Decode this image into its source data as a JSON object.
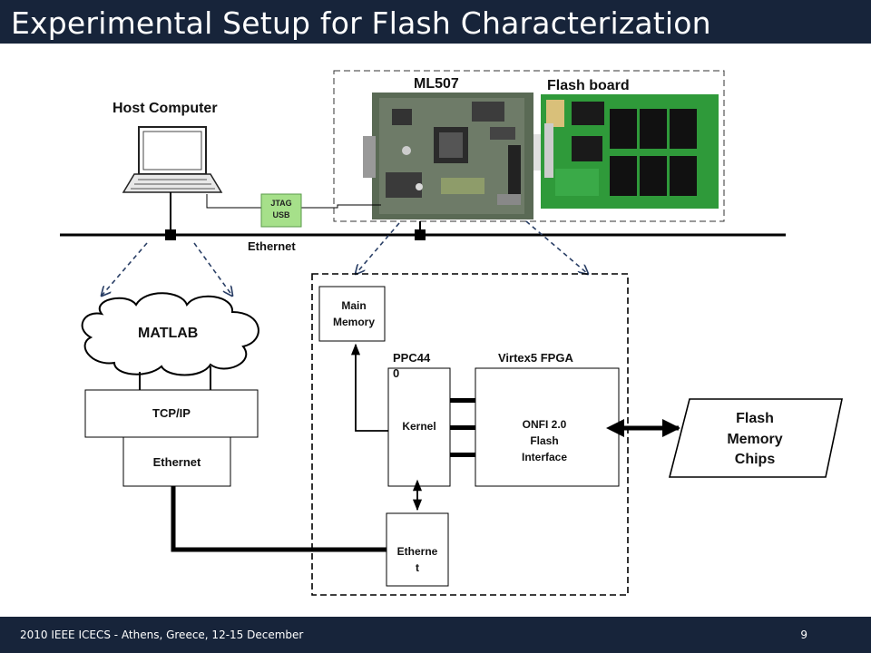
{
  "title": "Experimental Setup for Flash Characterization",
  "footer": {
    "text": "2010 IEEE ICECS - Athens, Greece, 12-15 December",
    "page": "9"
  },
  "diagram": {
    "host_computer": "Host Computer",
    "ml507": "ML507",
    "flash_board": "Flash board",
    "jtag": "JTAG",
    "usb": "USB",
    "ethernet_bus": "Ethernet",
    "matlab": "MATLAB",
    "tcpip": "TCP/IP",
    "ethernet_stack": "Ethernet",
    "main_memory_1": "Main",
    "main_memory_2": "Memory",
    "ppc_1": "PPC44",
    "ppc_2": "0",
    "virtex": "Virtex5 FPGA",
    "kernel": "Kernel",
    "onfi_1": "ONFI 2.0",
    "onfi_2": "Flash",
    "onfi_3": "Interface",
    "ethernet_block_1": "Etherne",
    "ethernet_block_2": "t",
    "flash_chips_1": "Flash",
    "flash_chips_2": "Memory",
    "flash_chips_3": "Chips"
  },
  "colors": {
    "title_bar": "#17243a",
    "ml507_board": "#5a6a55",
    "flash_board": "#2f9a3a",
    "dashed_arrow": "#2a3f66"
  }
}
